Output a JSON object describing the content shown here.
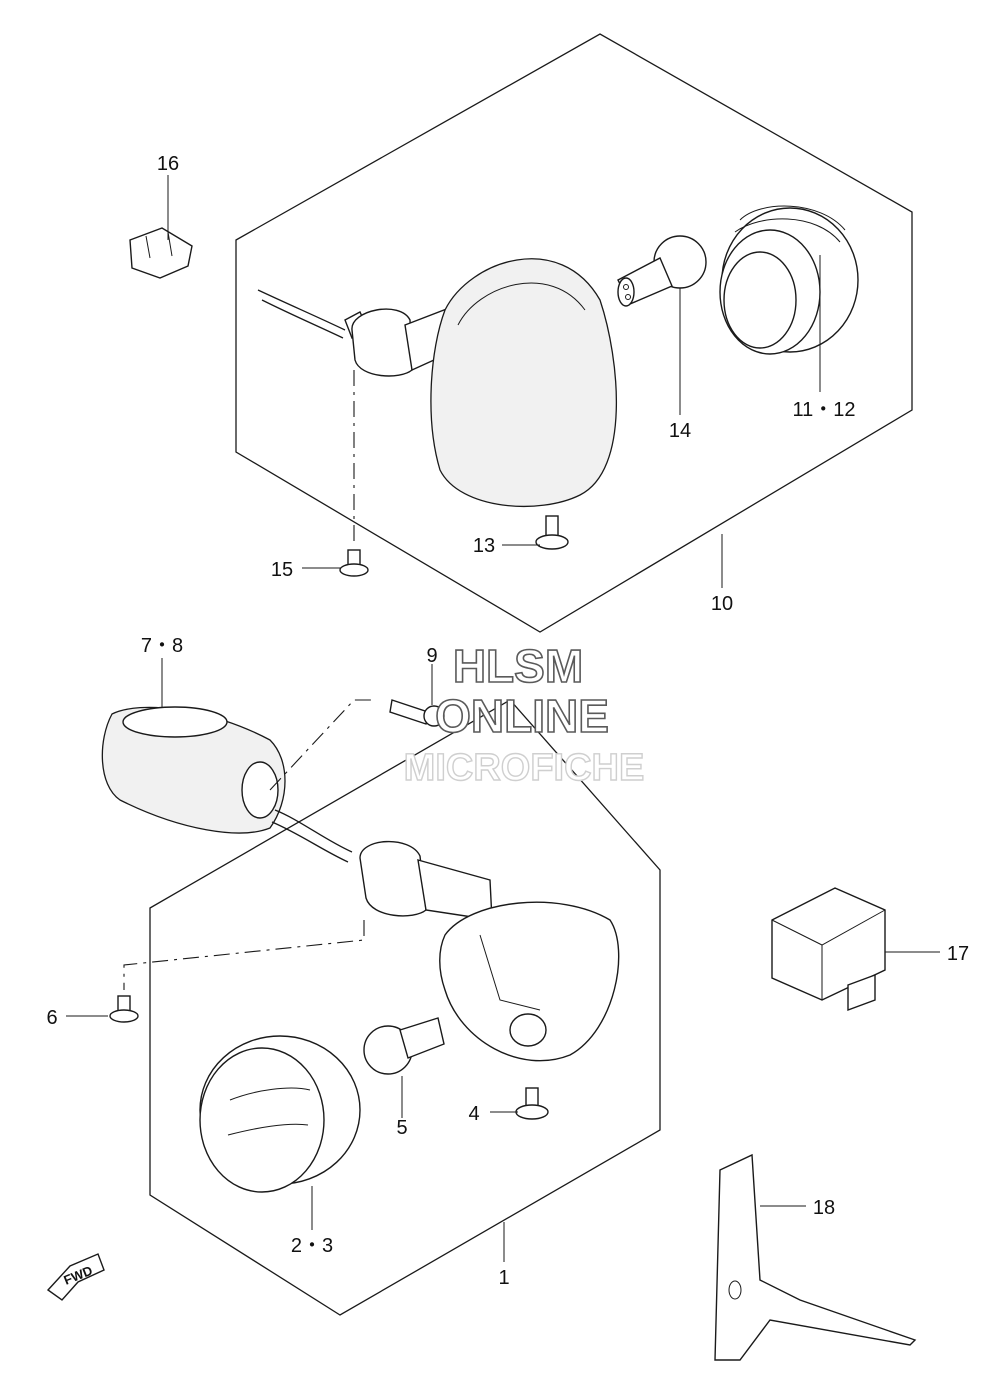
{
  "labels": {
    "p1": "1",
    "p2_3": "2・3",
    "p4": "4",
    "p5": "5",
    "p6": "6",
    "p7_8": "7・8",
    "p9": "9",
    "p10": "10",
    "p11_12": "11・12",
    "p13": "13",
    "p14": "14",
    "p15": "15",
    "p16": "16",
    "p17": "17",
    "p18": "18"
  },
  "watermark": {
    "line1": "HLSM",
    "line2": "ONLINE",
    "line3": "MICROFICHE"
  },
  "fwd_marker": "FWD"
}
